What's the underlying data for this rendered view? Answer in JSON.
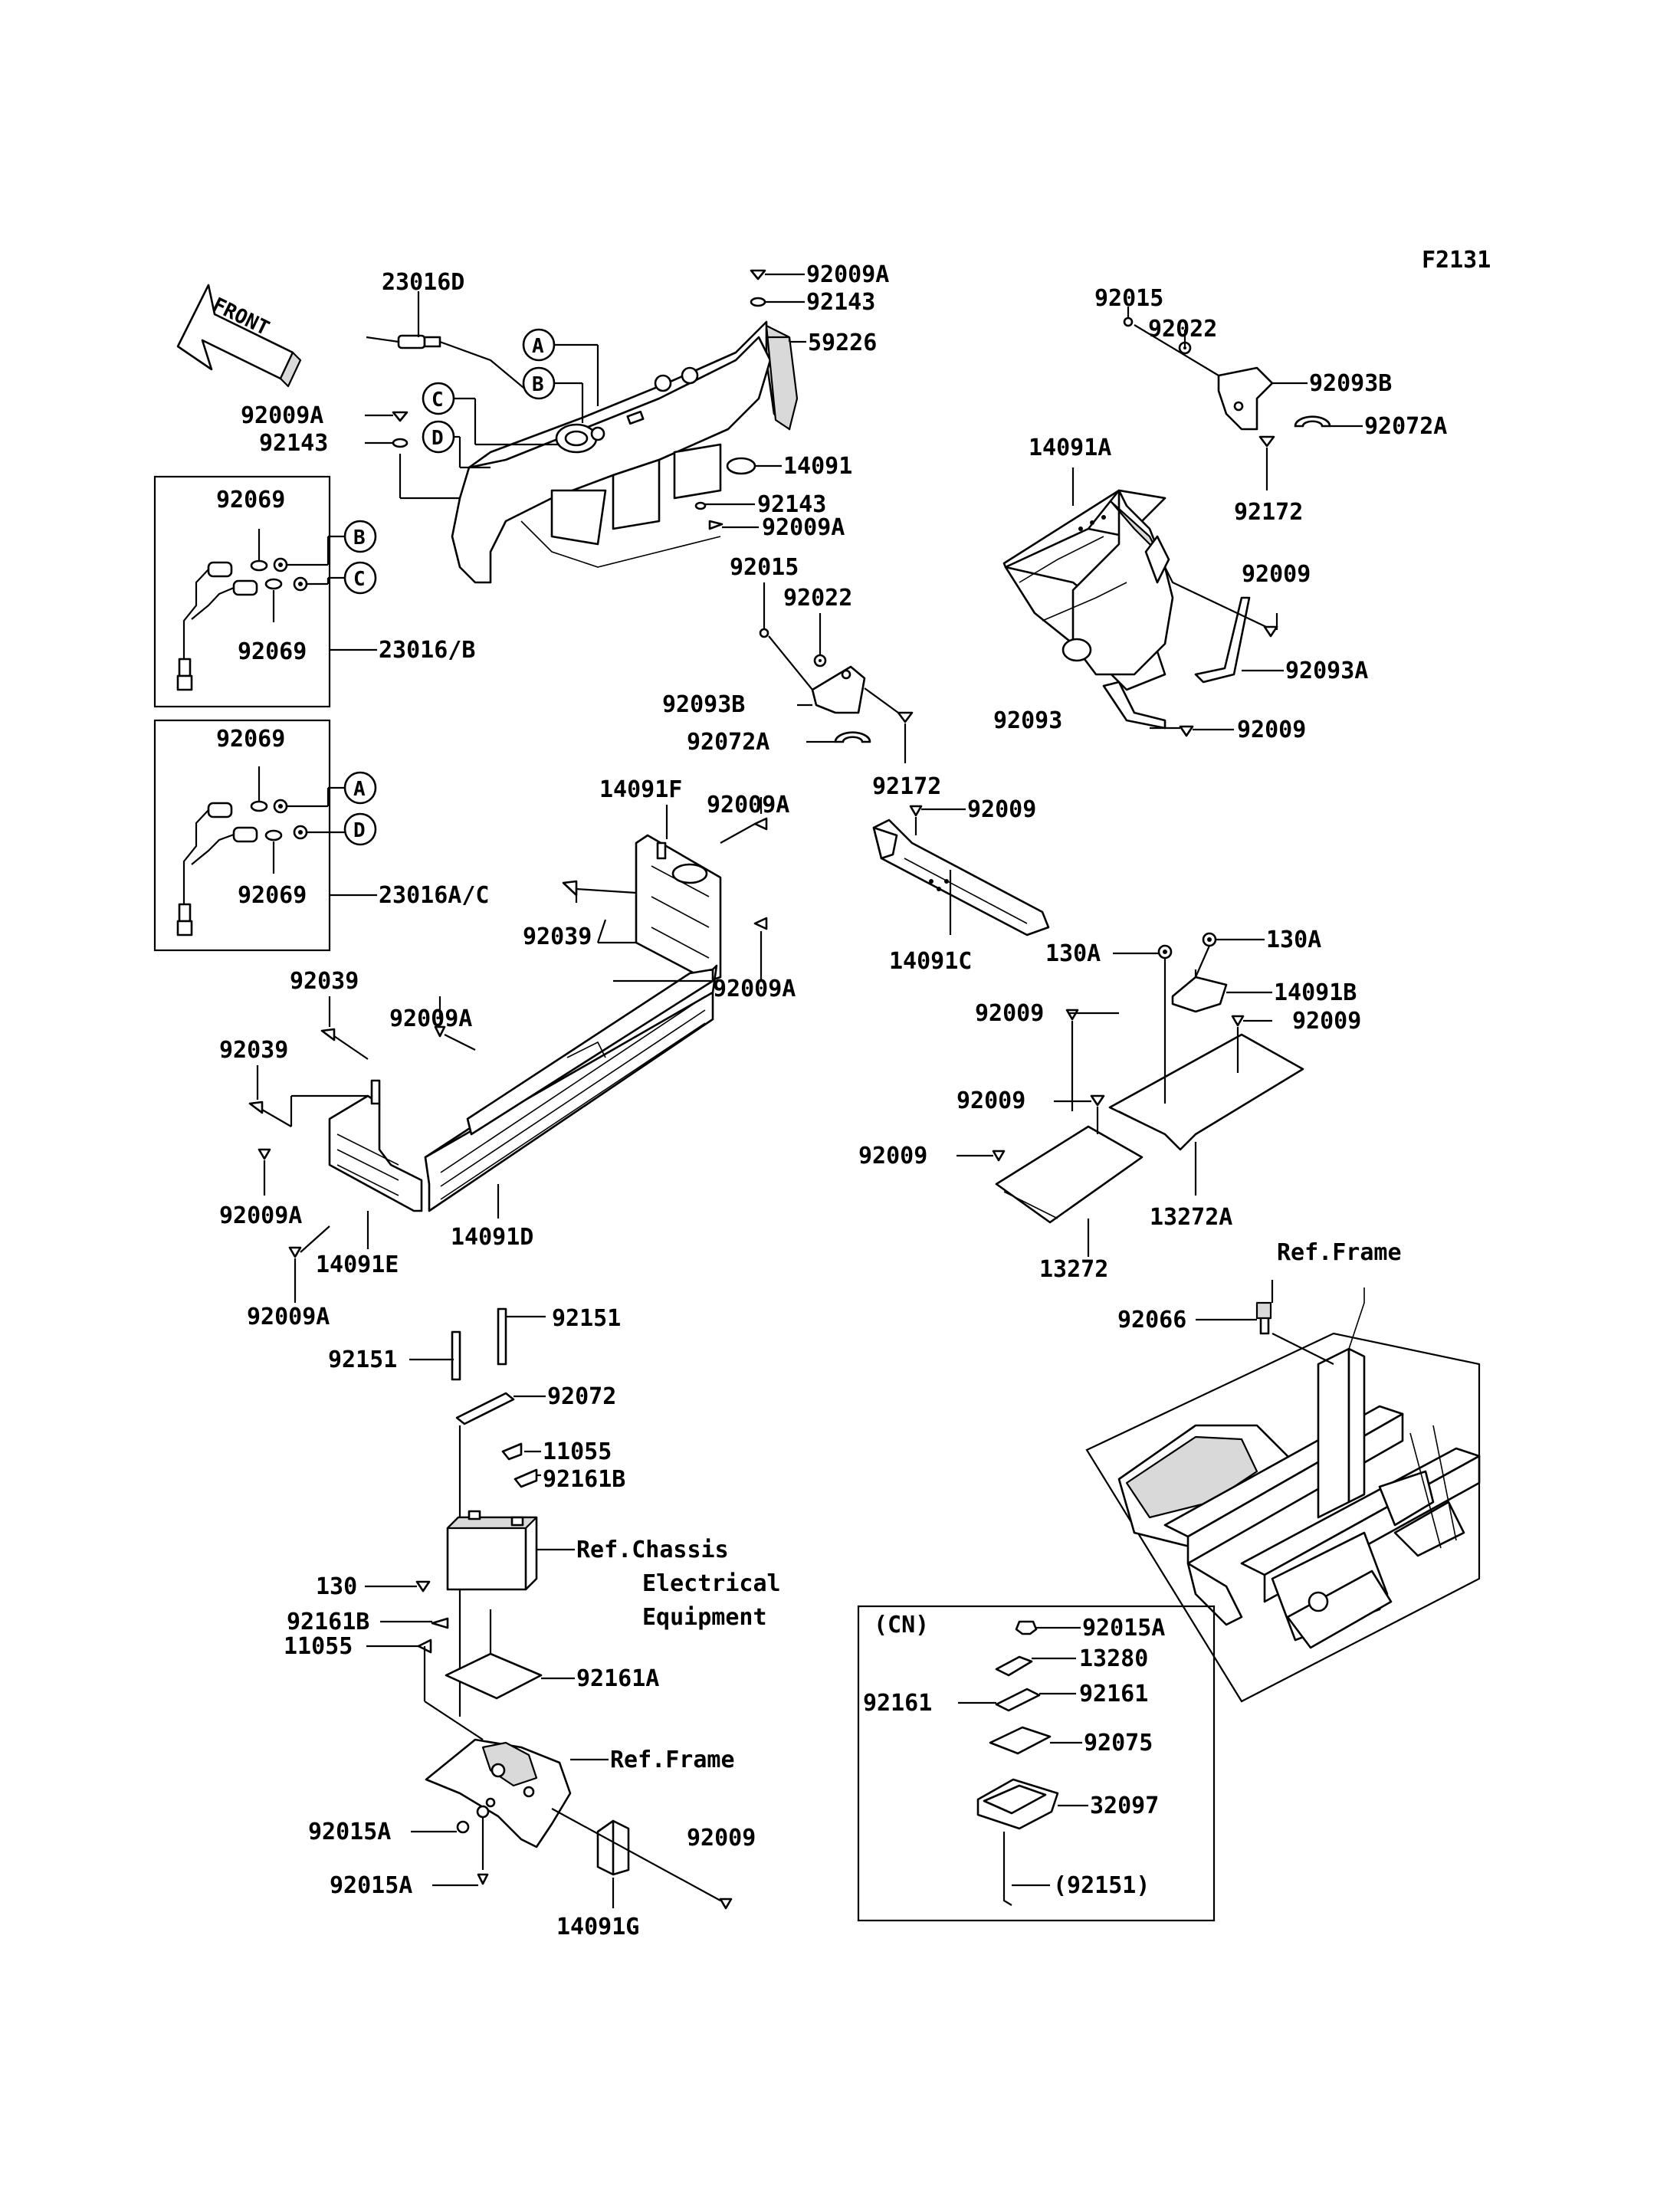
{
  "figure_code": "F2131",
  "front_arrow": "FRONT",
  "markers": [
    "A",
    "B",
    "C",
    "D"
  ],
  "labels": {
    "l_23016D": "23016D",
    "l_92009A_top": "92009A",
    "l_92143_top": "92143",
    "l_59226": "59226",
    "l_92009A_left": "92009A",
    "l_92143_left": "92143",
    "l_14091": "14091",
    "l_92143_mid": "92143",
    "l_92009A_mid": "92009A",
    "l_92015_tr": "92015",
    "l_92022_tr": "92022",
    "l_92093B_tr": "92093B",
    "l_92072A_tr": "92072A",
    "l_14091A": "14091A",
    "l_92172_tr": "92172",
    "l_92009_r1": "92009",
    "l_92093A": "92093A",
    "l_92093": "92093",
    "l_92009_r2": "92009",
    "l_92015_mid": "92015",
    "l_92022_mid": "92022",
    "l_92093B_mid": "92093B",
    "l_92072A_mid": "92072A",
    "l_92172_mid": "92172",
    "l_92069_b1": "92069",
    "l_92069_b2": "92069",
    "l_23016B": "23016/B",
    "l_92069_c1": "92069",
    "l_92069_c2": "92069",
    "l_23016AC": "23016A/C",
    "l_14091F": "14091F",
    "l_92009A_f": "92009A",
    "l_92039_a": "92039",
    "l_92009A_f2": "92009A",
    "l_92039_b": "92039",
    "l_92039_c": "92039",
    "l_92009A_e1": "92009A",
    "l_92009A_e2": "92009A",
    "l_14091E": "14091E",
    "l_14091D": "14091D",
    "l_92009A_e3": "92009A",
    "l_92009_c": "92009",
    "l_14091C": "14091C",
    "l_130A_a": "130A",
    "l_130A_b": "130A",
    "l_14091B": "14091B",
    "l_92009_b1": "92009",
    "l_92009_b2": "92009",
    "l_92009_b3": "92009",
    "l_92009_b4": "92009",
    "l_13272A": "13272A",
    "l_13272": "13272",
    "l_ref_frame_r": "Ref.Frame",
    "l_92066": "92066",
    "l_92151_a": "92151",
    "l_92151_b": "92151",
    "l_92072": "92072",
    "l_11055_a": "11055",
    "l_92161B_a": "92161B",
    "l_ref_chassis_1": "Ref.Chassis",
    "l_ref_chassis_2": "Electrical",
    "l_ref_chassis_3": "Equipment",
    "l_130": "130",
    "l_92161B_b": "92161B",
    "l_11055_b": "11055",
    "l_92161A": "92161A",
    "l_ref_frame_b": "Ref.Frame",
    "l_92015A_a": "92015A",
    "l_92015A_b": "92015A",
    "l_92009_g": "92009",
    "l_14091G": "14091G",
    "l_cn": "(CN)",
    "l_92015A_cn": "92015A",
    "l_13280": "13280",
    "l_92161_cn_l": "92161",
    "l_92161_cn_r": "92161",
    "l_92075": "92075",
    "l_32097": "32097",
    "l_92151_cn": "(92151)"
  }
}
